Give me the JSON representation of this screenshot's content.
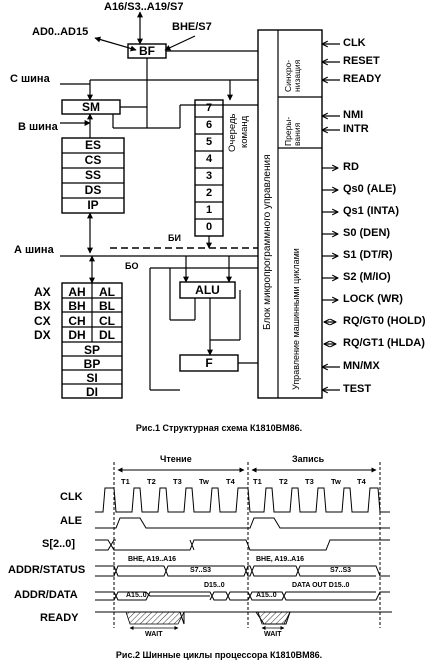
{
  "top_labels": {
    "a16_bus": "A16/S3..A19/S7",
    "ad_bus": "AD0..AD15",
    "bhe": "BHE/S7"
  },
  "bf_block": "BF",
  "sm_block": "SM",
  "bus_labels": {
    "c_bus": "С шина",
    "b_bus": "В шина",
    "a_bus": "А шина",
    "bi": "БИ",
    "bo": "БО"
  },
  "segment_registers": [
    "ES",
    "CS",
    "SS",
    "DS",
    "IP"
  ],
  "queue_label": [
    "Очередь",
    "команд"
  ],
  "queue_cells": [
    "7",
    "6",
    "5",
    "4",
    "3",
    "2",
    "1",
    "0"
  ],
  "general_registers": [
    {
      "name": "AX",
      "high": "AH",
      "low": "AL"
    },
    {
      "name": "BX",
      "high": "BH",
      "low": "BL"
    },
    {
      "name": "CX",
      "high": "CH",
      "low": "CL"
    },
    {
      "name": "DX",
      "high": "DH",
      "low": "DL"
    }
  ],
  "pointer_registers": [
    "SP",
    "BP",
    "SI",
    "DI"
  ],
  "alu_block": "ALU",
  "flags_block": "F",
  "control_unit": "Блок микропрограммного управления",
  "sync_section": "Синхро-низация",
  "interrupt_section": "Преры-вания",
  "bus_cycle_section": "Управление машинными циклами",
  "sync_signals": [
    "CLK",
    "RESET",
    "READY"
  ],
  "interrupt_signals": [
    "NMI",
    "INTR"
  ],
  "control_signals": [
    "RD",
    "Qs0 (ALE)",
    "Qs1 (INTA)",
    "S0 (DEN)",
    "S1 (DT/R)",
    "S2 (M/IO)",
    "LOCK (WR)",
    "RQ/GT0 (HOLD)",
    "RQ/GT1 (HLDA)",
    "MN/MX",
    "TEST"
  ],
  "fig1_caption": "Рис.1 Структурная схема К1810ВМ86.",
  "timing": {
    "phase_read": "Чтение",
    "phase_write": "Запись",
    "states_read": [
      "T1",
      "T2",
      "T3",
      "Tw",
      "T4"
    ],
    "states_write": [
      "T1",
      "T2",
      "T3",
      "Tw",
      "T4"
    ],
    "signals": [
      "CLK",
      "ALE",
      "S[2..0]",
      "ADDR/STATUS",
      "ADDR/DATA",
      "READY"
    ],
    "status_read_1": "BHE, A19..A16",
    "status_read_2": "S7..S3",
    "status_write_1": "BHE, A19..A16",
    "status_write_2": "S7..S3",
    "addr_read": "A15..0",
    "data_read": "D15..0",
    "addr_write": "A15..0",
    "data_write": "DATA OUT D15..0",
    "wait_read": "WAIT",
    "wait_write": "WAIT"
  },
  "fig2_caption": "Рис.2 Шинные циклы процессора К1810ВМ86."
}
